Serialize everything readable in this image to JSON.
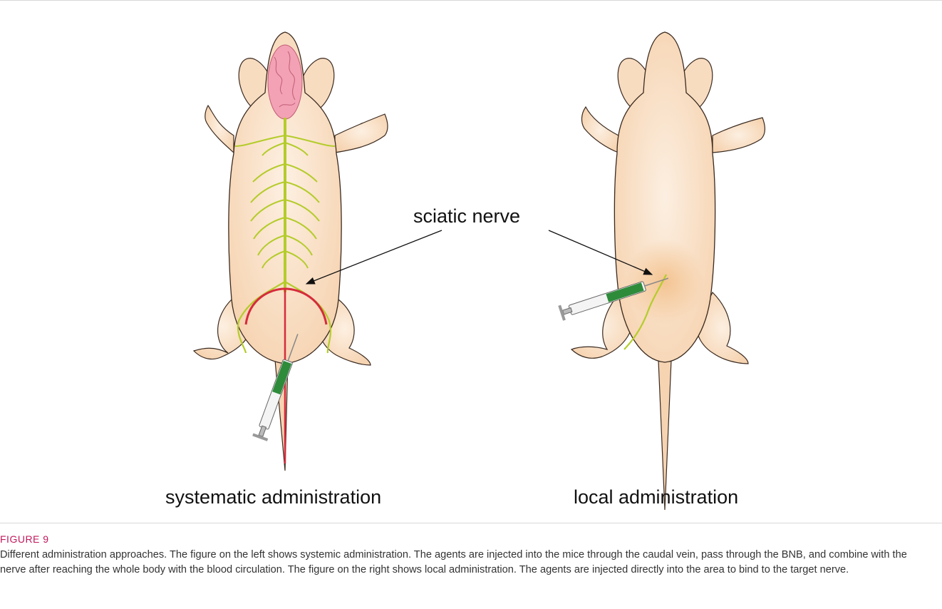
{
  "figure": {
    "label_sciatic": "sciatic nerve",
    "label_left": "systematic administration",
    "label_right": "local administration",
    "colors": {
      "skin": "#f8dcc0",
      "skin_outline": "#3a2a20",
      "brain": "#f2a2b4",
      "nerve": "#b4cc2a",
      "vein": "#d62b3c",
      "syringe_fluid": "#2e8b3a"
    }
  },
  "caption": {
    "label": "FIGURE 9",
    "text": "Different administration approaches. The figure on the left shows systemic administration. The agents are injected into the mice through the caudal vein, pass through the BNB, and combine with the nerve after reaching the whole body with the blood circulation. The figure on the right shows local administration. The agents are injected directly into the area to bind to the target nerve."
  }
}
